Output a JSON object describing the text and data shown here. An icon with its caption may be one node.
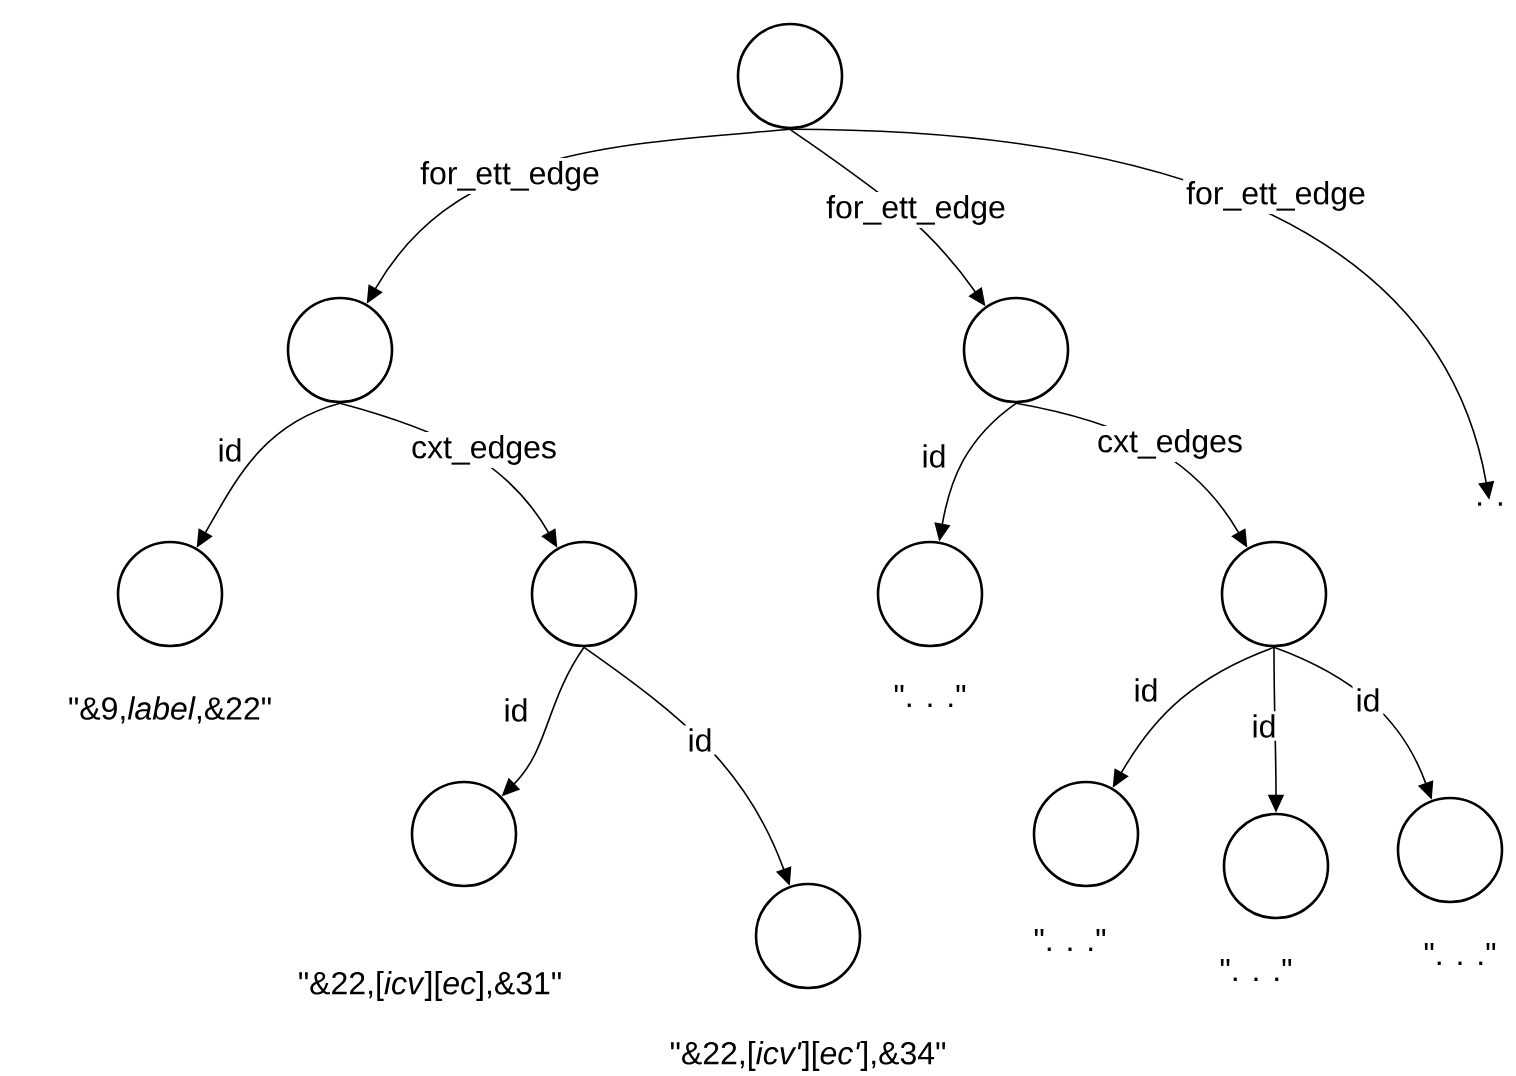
{
  "diagram": {
    "nodes": [
      {
        "text": [],
        "shape": "circle"
      },
      {
        "text": [],
        "shape": "circle"
      },
      {
        "text": [],
        "shape": "circle"
      },
      {
        "text": [
          ". ."
        ]
      },
      {
        "text": [],
        "shape": "circle",
        "beside": [
          "\"&9,*label*,&22\""
        ]
      },
      {
        "text": [],
        "shape": "circle"
      },
      {
        "text": [],
        "shape": "circle",
        "beside": [
          "\". . .\""
        ]
      },
      {
        "text": [],
        "shape": "circle"
      },
      {
        "text": [],
        "shape": "circle",
        "beside": [
          "\"&22,[*icv*][*ec*],&31\""
        ]
      },
      {
        "text": [],
        "shape": "circle",
        "beside": [
          "\"&22,[*icv'*][*ec'*],&34\""
        ]
      },
      {
        "text": [],
        "shape": "circle",
        "beside": [
          "\". . .\""
        ]
      },
      {
        "text": [],
        "shape": "circle",
        "beside": [
          "\". . .\""
        ]
      },
      {
        "text": [],
        "shape": "circle",
        "beside": [
          "\". . .\""
        ]
      }
    ],
    "edges": [
      {
        "from": 0,
        "to": 1,
        "arrow": "to",
        "label": "for_ett_edge"
      },
      {
        "from": 0,
        "to": 2,
        "arrow": "to",
        "label": "for_ett_edge"
      },
      {
        "from": 0,
        "to": 3,
        "arrow": "to",
        "label": "for_ett_edge"
      },
      {
        "from": 1,
        "to": 4,
        "arrow": "to",
        "label": "id"
      },
      {
        "from": 1,
        "to": 5,
        "arrow": "to",
        "label": "cxt_edges"
      },
      {
        "from": 2,
        "to": 6,
        "arrow": "to",
        "label": "id"
      },
      {
        "from": 2,
        "to": 7,
        "arrow": "to",
        "label": "cxt_edges"
      },
      {
        "from": 5,
        "to": 8,
        "arrow": "to",
        "label": "id"
      },
      {
        "from": 5,
        "to": 9,
        "arrow": "to",
        "label": "id"
      },
      {
        "from": 7,
        "to": 10,
        "arrow": "to",
        "label": "id"
      },
      {
        "from": 7,
        "to": 11,
        "arrow": "to",
        "label": "id"
      },
      {
        "from": 7,
        "to": 12,
        "arrow": "to",
        "label": "id"
      }
    ]
  }
}
